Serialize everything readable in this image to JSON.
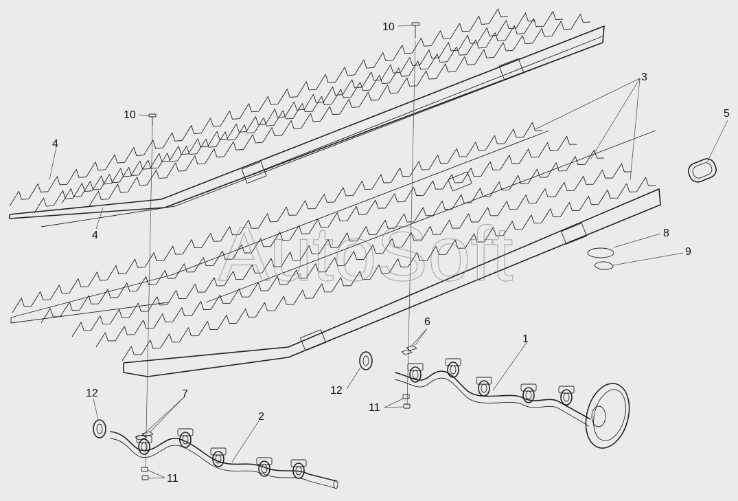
{
  "watermark": "AutoSoft",
  "callouts": {
    "c1": "1",
    "c2": "2",
    "c3": "3",
    "c4a": "4",
    "c4b": "4",
    "c5": "5",
    "c6": "6",
    "c7": "7",
    "c8": "8",
    "c9": "9",
    "c10a": "10",
    "c10b": "10",
    "c11a": "11",
    "c11b": "11",
    "c12a": "12",
    "c12b": "12"
  }
}
